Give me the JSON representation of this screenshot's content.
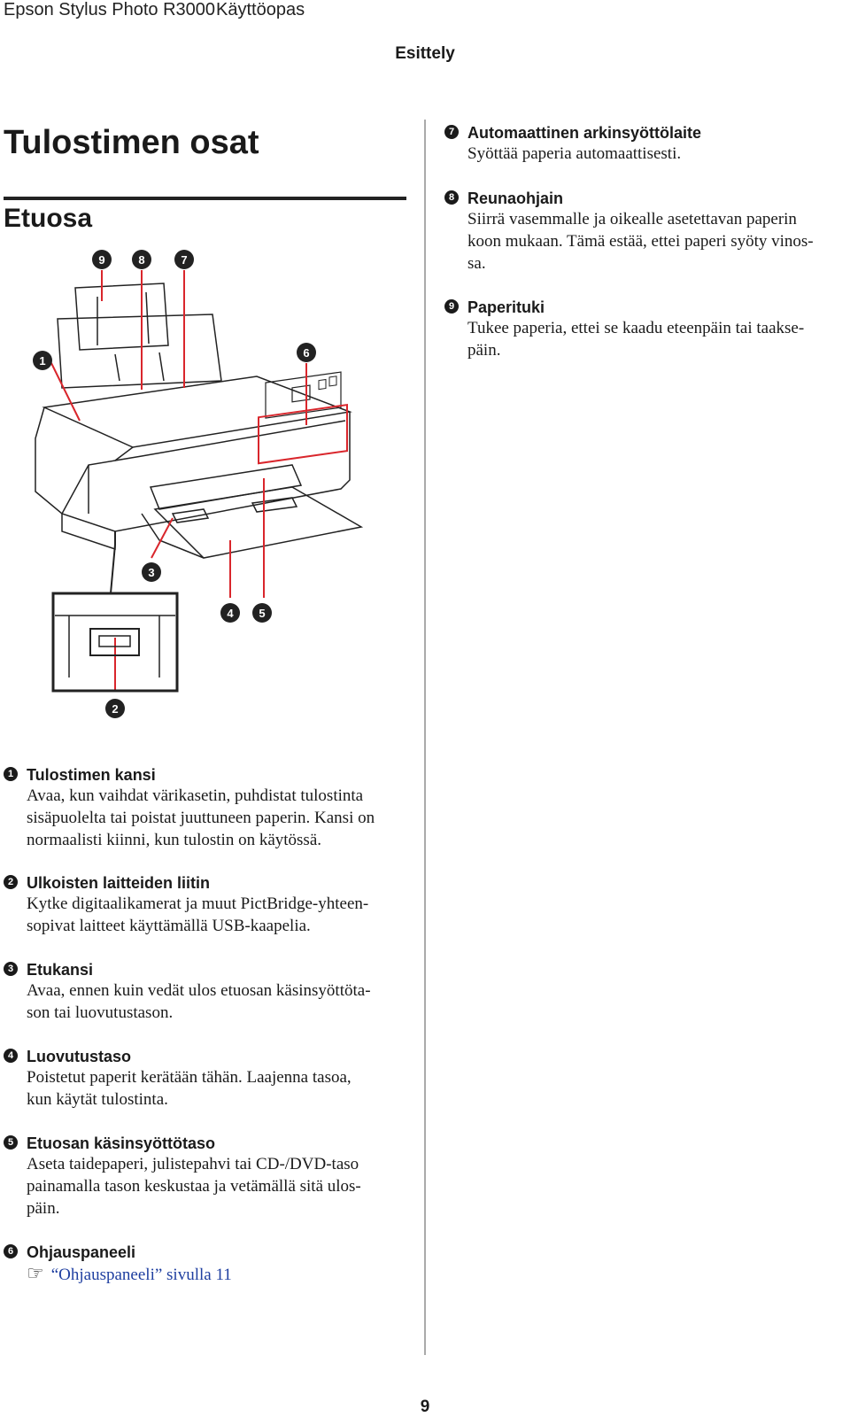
{
  "header": {
    "product": "Epson Stylus Photo R3000",
    "manual": "Käyttöopas"
  },
  "chapter": "Esittely",
  "title": "Tulostimen osat",
  "subtitle": "Etuosa",
  "figure_callouts": [
    "1",
    "2",
    "3",
    "4",
    "5",
    "6",
    "7",
    "8",
    "9"
  ],
  "left_items": [
    {
      "num": "1",
      "title": "Tulostimen kansi",
      "desc": [
        "Avaa, kun vaihdat värikasetin, puhdistat tulostinta",
        "sisäpuolelta tai poistat juuttuneen paperin. Kansi on",
        "normaalisti kiinni, kun tulostin on käytössä."
      ]
    },
    {
      "num": "2",
      "title": "Ulkoisten laitteiden liitin",
      "desc": [
        "Kytke digitaalikamerat ja muut PictBridge-yhteen-",
        "sopivat laitteet käyttämällä USB-kaapelia."
      ]
    },
    {
      "num": "3",
      "title": "Etukansi",
      "desc": [
        "Avaa, ennen kuin vedät ulos etuosan käsinsyöttöta-",
        "son tai luovutustason."
      ]
    },
    {
      "num": "4",
      "title": "Luovutustaso",
      "desc": [
        "Poistetut paperit kerätään tähän. Laajenna tasoa,",
        "kun käytät tulostinta."
      ]
    },
    {
      "num": "5",
      "title": "Etuosan käsinsyöttötaso",
      "desc": [
        "Aseta taidepaperi, julistepahvi tai CD-/DVD-taso",
        "painamalla tason keskustaa ja vetämällä sitä ulos-",
        "päin."
      ]
    },
    {
      "num": "6",
      "title": "Ohjauspaneeli",
      "link": "“Ohjauspaneeli” sivulla 11"
    }
  ],
  "right_items": [
    {
      "num": "7",
      "title": "Automaattinen arkinsyöttölaite",
      "desc": [
        "Syöttää paperia automaattisesti."
      ]
    },
    {
      "num": "8",
      "title": "Reunaohjain",
      "desc": [
        "Siirrä vasemmalle ja oikealle asetettavan paperin",
        "koon mukaan. Tämä estää, ettei paperi syöty vinos-",
        "sa."
      ]
    },
    {
      "num": "9",
      "title": "Paperituki",
      "desc": [
        "Tukee paperia, ettei se kaadu eteenpäin tai taakse-",
        "päin."
      ]
    }
  ],
  "page_number": "9",
  "colors": {
    "highlight": "#d9262c",
    "text": "#1a1a1a",
    "link": "#1f3fa0"
  }
}
